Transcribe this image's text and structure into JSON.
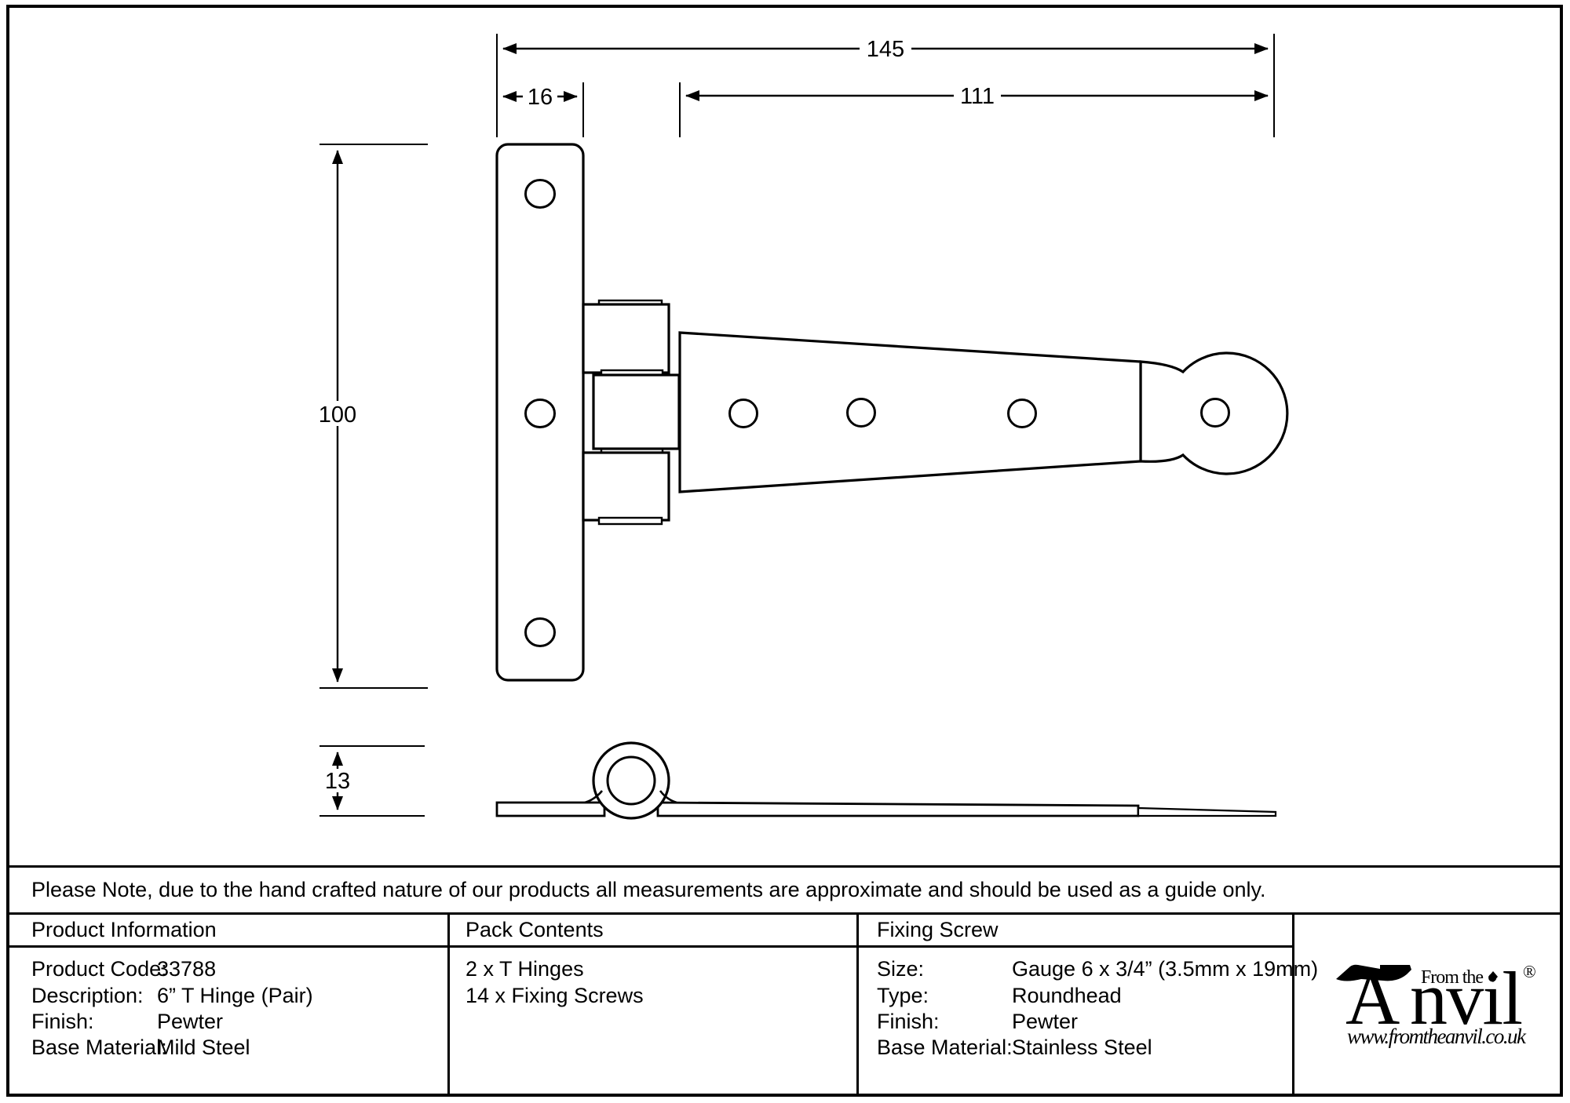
{
  "note": "Please Note, due to the hand crafted nature of our products all measurements are approximate and should be used as a guide only.",
  "drawing": {
    "dim_overall_width": "145",
    "dim_plate_width": "16",
    "dim_strap_length": "111",
    "dim_plate_height": "100",
    "dim_thickness": "13"
  },
  "table": {
    "product_info": {
      "header": "Product Information",
      "rows": [
        {
          "label": "Product Code:",
          "value": "33788"
        },
        {
          "label": "Description:",
          "value": "6” T Hinge (Pair)"
        },
        {
          "label": "Finish:",
          "value": "Pewter"
        },
        {
          "label": "Base Material:",
          "value": "Mild Steel"
        }
      ]
    },
    "pack_contents": {
      "header": "Pack Contents",
      "items": [
        "2 x T Hinges",
        "14 x Fixing Screws"
      ]
    },
    "fixing_screw": {
      "header": "Fixing Screw",
      "rows": [
        {
          "label": "Size:",
          "value": "Gauge 6 x 3/4” (3.5mm x 19mm)"
        },
        {
          "label": "Type:",
          "value": "Roundhead"
        },
        {
          "label": "Finish:",
          "value": "Pewter"
        },
        {
          "label": "Base Material:",
          "value": "Stainless Steel"
        }
      ]
    }
  },
  "logo": {
    "from_the": "From the",
    "anvil_a": "A",
    "anvil_rest": "nvil",
    "registered": "®",
    "url": "www.fromtheanvil.co.uk"
  },
  "colors": {
    "ink": "#000000",
    "background": "#ffffff"
  }
}
